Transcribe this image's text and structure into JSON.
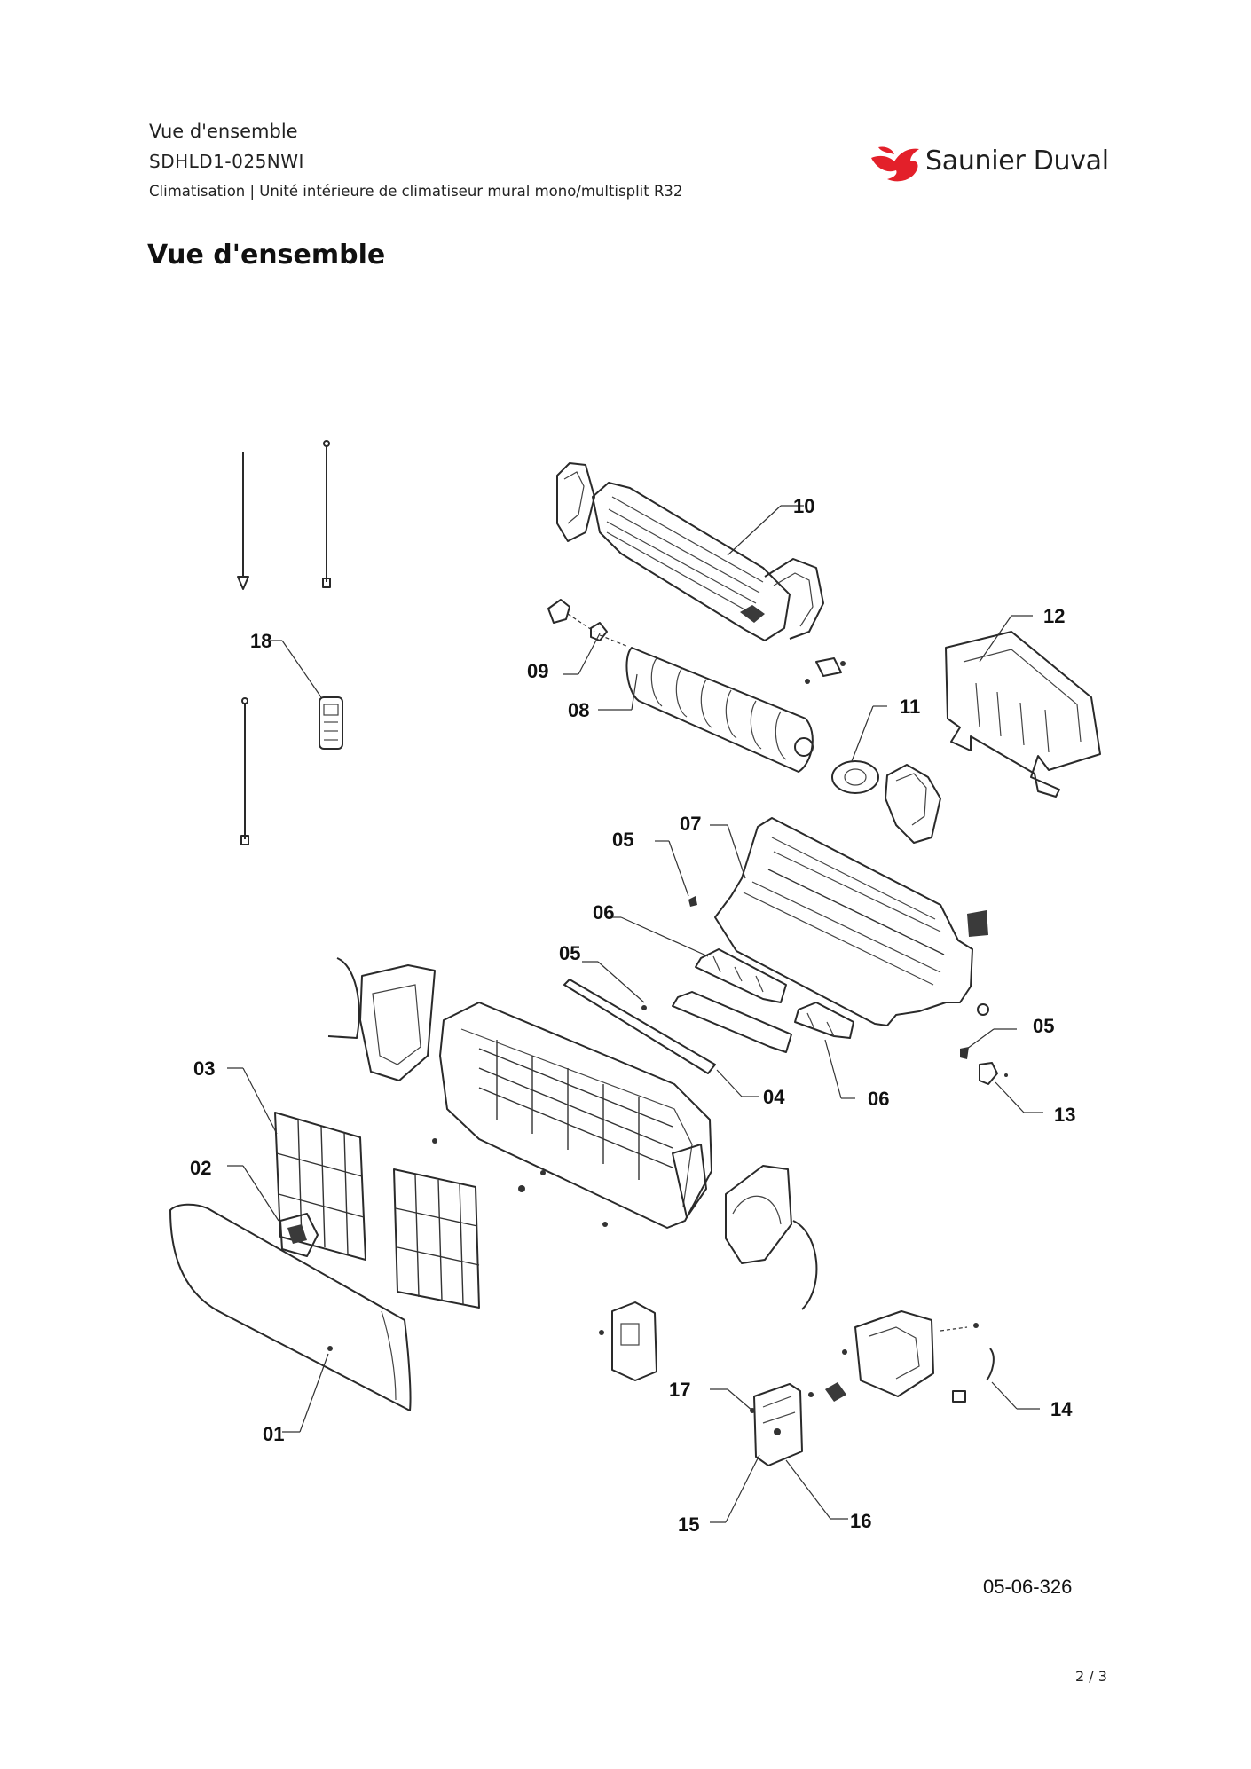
{
  "header": {
    "section": "Vue d'ensemble",
    "model": "SDHLD1-025NWI",
    "category": "Climatisation | Unité intérieure de climatiseur mural mono/multisplit R32",
    "brand": "Saunier Duval",
    "brand_color": "#e3202a"
  },
  "page_title": "Vue d'ensemble",
  "callouts": [
    "01",
    "02",
    "03",
    "04",
    "05",
    "05",
    "05",
    "06",
    "06",
    "07",
    "08",
    "09",
    "10",
    "11",
    "12",
    "13",
    "14",
    "15",
    "16",
    "17",
    "18"
  ],
  "labels": {
    "l01": "01",
    "l02": "02",
    "l03": "03",
    "l04": "04",
    "l05a": "05",
    "l05b": "05",
    "l05c": "05",
    "l06a": "06",
    "l06b": "06",
    "l07": "07",
    "l08": "08",
    "l09": "09",
    "l10": "10",
    "l11": "11",
    "l12": "12",
    "l13": "13",
    "l14": "14",
    "l15": "15",
    "l16": "16",
    "l17": "17",
    "l18": "18"
  },
  "drawing_ref": "05-06-326",
  "page_number": "2 / 3"
}
